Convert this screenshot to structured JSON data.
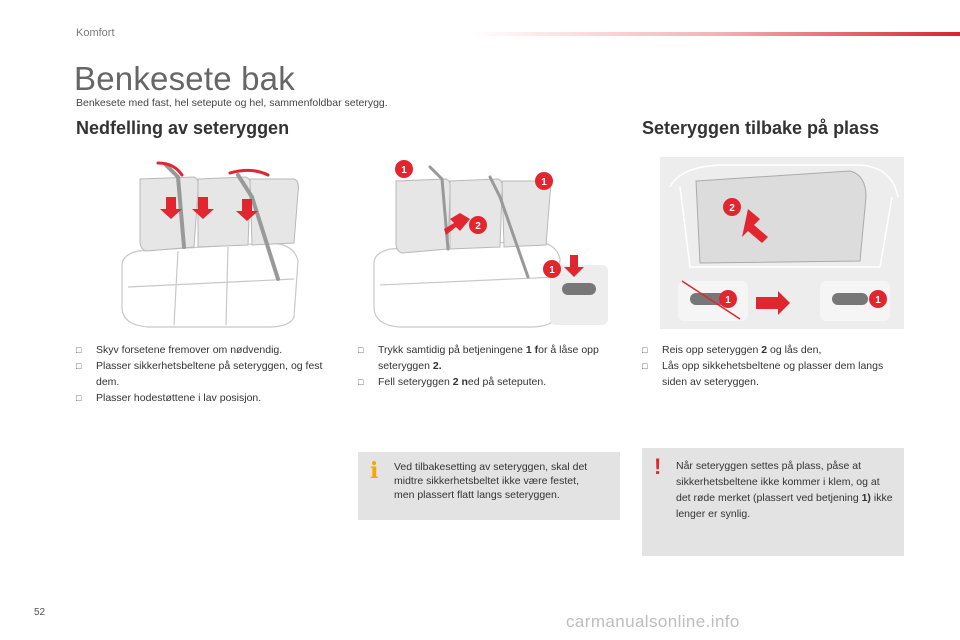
{
  "header": {
    "section": "Komfort"
  },
  "page": {
    "title": "Benkesete bak",
    "subtitle": "Benkesete med fast, hel setepute og hel, sammenfoldbar seterygg.",
    "number": "52",
    "watermark": "carmanualsonline.info"
  },
  "left": {
    "heading": "Nedfelling av seteryggen",
    "items": [
      "Skyv forsetene fremover om nødvendig.",
      "Plasser sikkerhetsbeltene på seteryggen, og fest dem.",
      "Plasser hodestøttene i lav posisjon."
    ]
  },
  "middle": {
    "items": [
      {
        "a": "Trykk samtidig på betjeningene ",
        "b": "1 f",
        "c": "or å låse opp seteryggen ",
        "d": "2."
      },
      {
        "a": "Fell seteryggen ",
        "b": "2 n",
        "c": "ed på seteputen."
      }
    ],
    "info": "Ved tilbakesetting av seteryggen, skal det midtre sikkerhetsbeltet ikke være festet, men plassert flatt langs seteryggen."
  },
  "right": {
    "heading": "Seteryggen tilbake på plass",
    "items": [
      {
        "a": "Reis opp seteryggen ",
        "b": "2",
        "c": " og lås den,"
      },
      {
        "a": "Lås opp sikkehetsbeltene og plasser dem langs siden av seteryggen.",
        "b": "",
        "c": ""
      }
    ],
    "warning": {
      "a": "Når seteryggen settes på plass, påse at sikkerhetsbeltene ikke kommer i klem, og at det røde merket (plassert ved betjening ",
      "b": "1)",
      "c": " ikke lenger er synlig."
    }
  },
  "figures": {
    "callout_1": "1",
    "callout_2": "2"
  },
  "icons": {
    "bullet": "checkbox-bullet-icon",
    "info": "info-icon",
    "warning": "warning-icon"
  },
  "colors": {
    "accent_red": "#d8232f",
    "callout_red": "#e2262f",
    "info_yellow": "#f2a900",
    "box_gray": "#e3e3e4"
  }
}
